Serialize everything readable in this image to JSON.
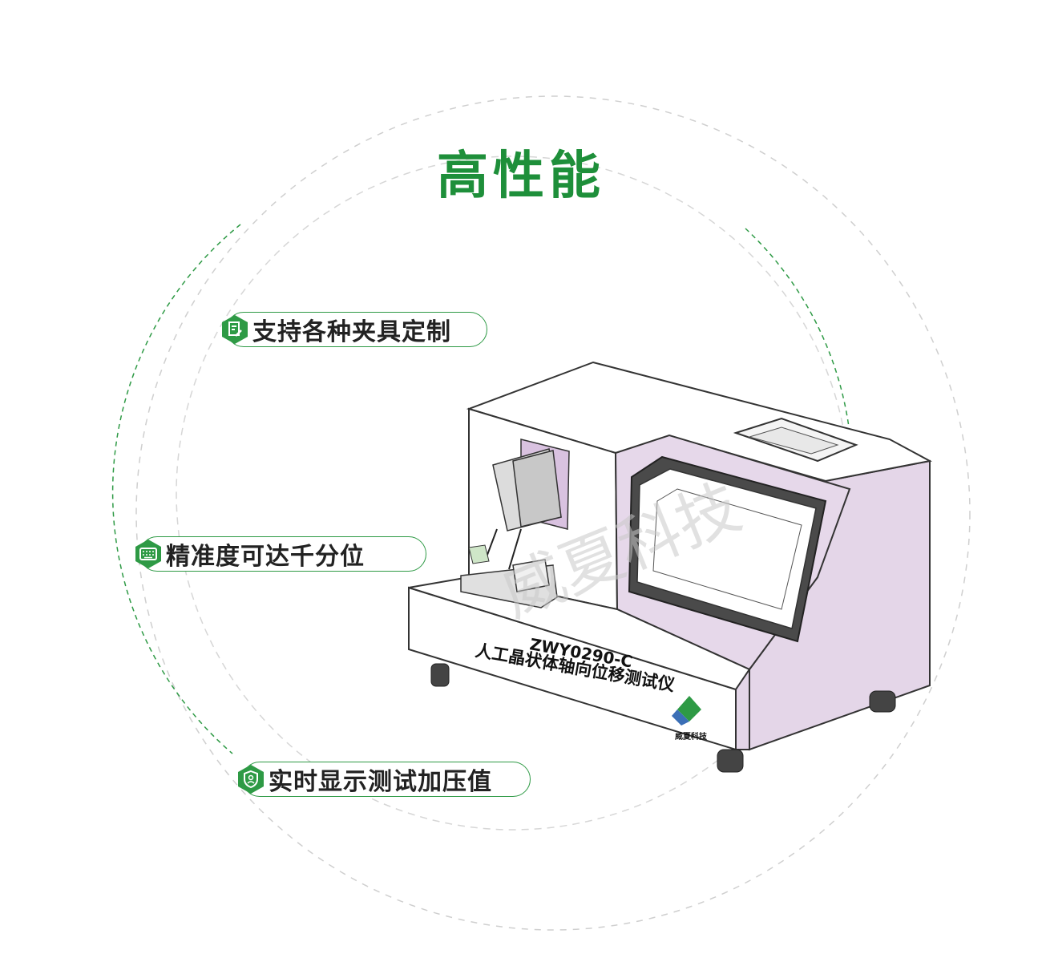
{
  "title": "高性能",
  "colors": {
    "accent": "#2e9a45",
    "title": "#1e8f3a",
    "dash": "#cfcfcf",
    "panel": "#e4d6e8"
  },
  "features": [
    {
      "label": "支持各种夹具定制",
      "icon": "document-edit-icon"
    },
    {
      "label": "精准度可达千分位",
      "icon": "keyboard-icon"
    },
    {
      "label": "实时显示测试加压值",
      "icon": "shield-user-icon"
    }
  ],
  "product": {
    "model": "ZWY0290-C",
    "name": "人工晶状体轴向位移测试仪",
    "watermark": "威夏科技",
    "badge_text": "威夏科技"
  }
}
